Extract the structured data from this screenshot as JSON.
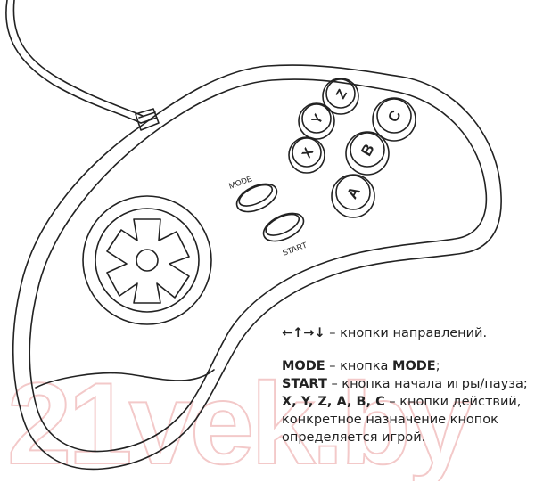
{
  "labels": {
    "mode": "MODE",
    "start": "START"
  },
  "buttons": {
    "x": "X",
    "y": "Y",
    "z": "Z",
    "a": "A",
    "b": "B",
    "c": "C"
  },
  "legend": {
    "arrows": "←↑→↓",
    "arrows_desc": " – кнопки направлений.",
    "mode_key": "MODE",
    "mode_desc": " – кнопка ",
    "mode_key2": "MODE",
    "mode_end": ";",
    "start_key": "START",
    "start_desc": " – кнопка начала игры/пауза;",
    "actions_key": "X, Y, Z, A, B, C",
    "actions_desc": " – кнопки действий,",
    "note_1": "конкретное назначение кнопок",
    "note_2": "определяется игрой."
  },
  "watermark": "21vek.by",
  "colors": {
    "line": "#222222",
    "watermark": "#f3c9c9"
  }
}
